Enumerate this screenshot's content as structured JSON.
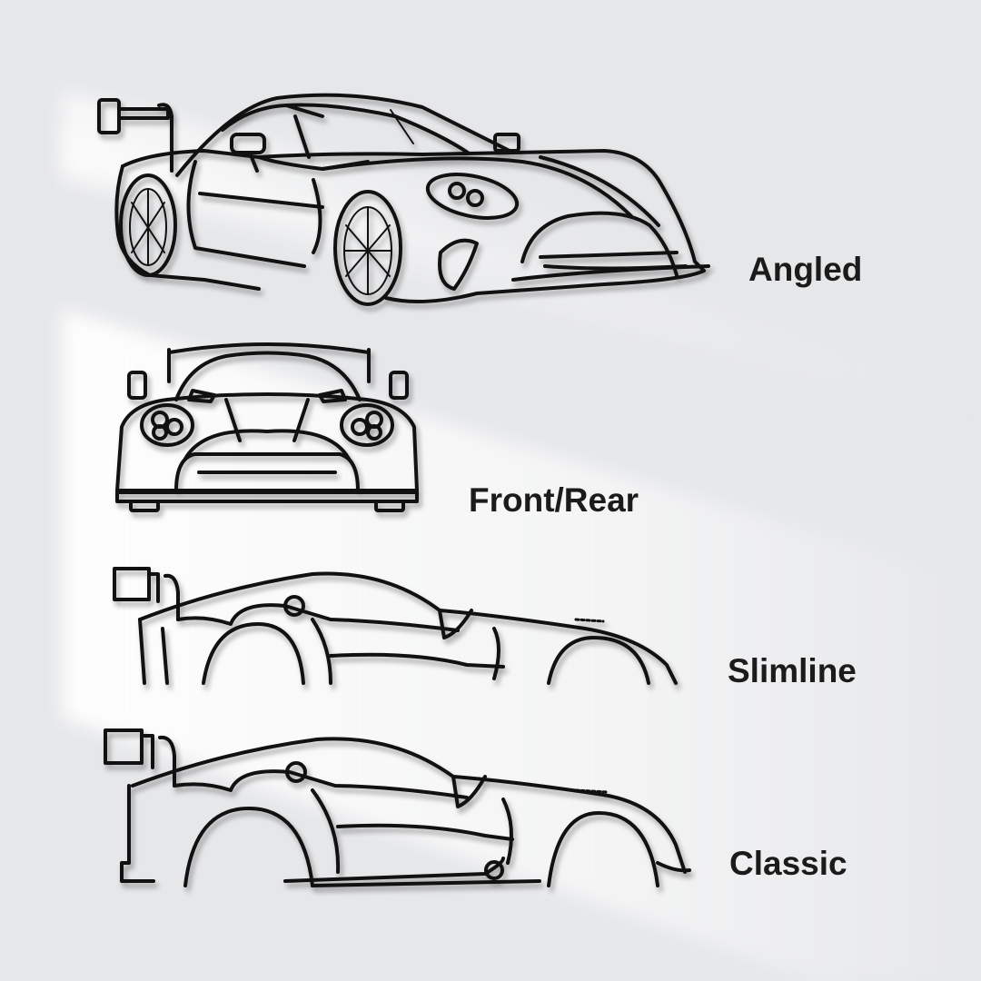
{
  "product": {
    "subject": "Race car metal wall art silhouette",
    "background_color": "#e6e7e9",
    "line_color": "#111111"
  },
  "variants": [
    {
      "id": "angled",
      "label": "Angled",
      "view": "three-quarter front"
    },
    {
      "id": "front-rear",
      "label": "Front/Rear",
      "view": "front"
    },
    {
      "id": "slimline",
      "label": "Slimline",
      "view": "side, body only"
    },
    {
      "id": "classic",
      "label": "Classic",
      "view": "side, with wheels arches and sills"
    }
  ]
}
